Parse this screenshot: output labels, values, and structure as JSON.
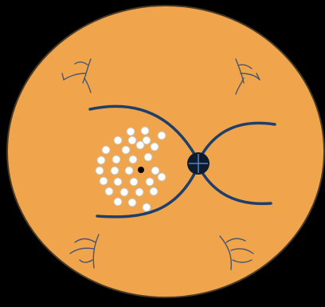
{
  "colors": {
    "background": "#000000",
    "disc": "#F0A54C",
    "disc_edge": "#4A3A28",
    "arc": "#1F3F6B",
    "node": "#0D1B2E",
    "node_cross": "#5B86B8",
    "dot_fill": "#FFFFFF",
    "dot_stroke": "#C8C2B0",
    "center_dot": "#000000",
    "branch": "#4A5670"
  },
  "icons": {
    "branches": [
      "branch-icon-top-left",
      "branch-icon-top-right",
      "branch-icon-bottom-left",
      "branch-icon-bottom-right"
    ]
  },
  "cluster": {
    "dot_count": 30,
    "has_center_dot": true
  }
}
